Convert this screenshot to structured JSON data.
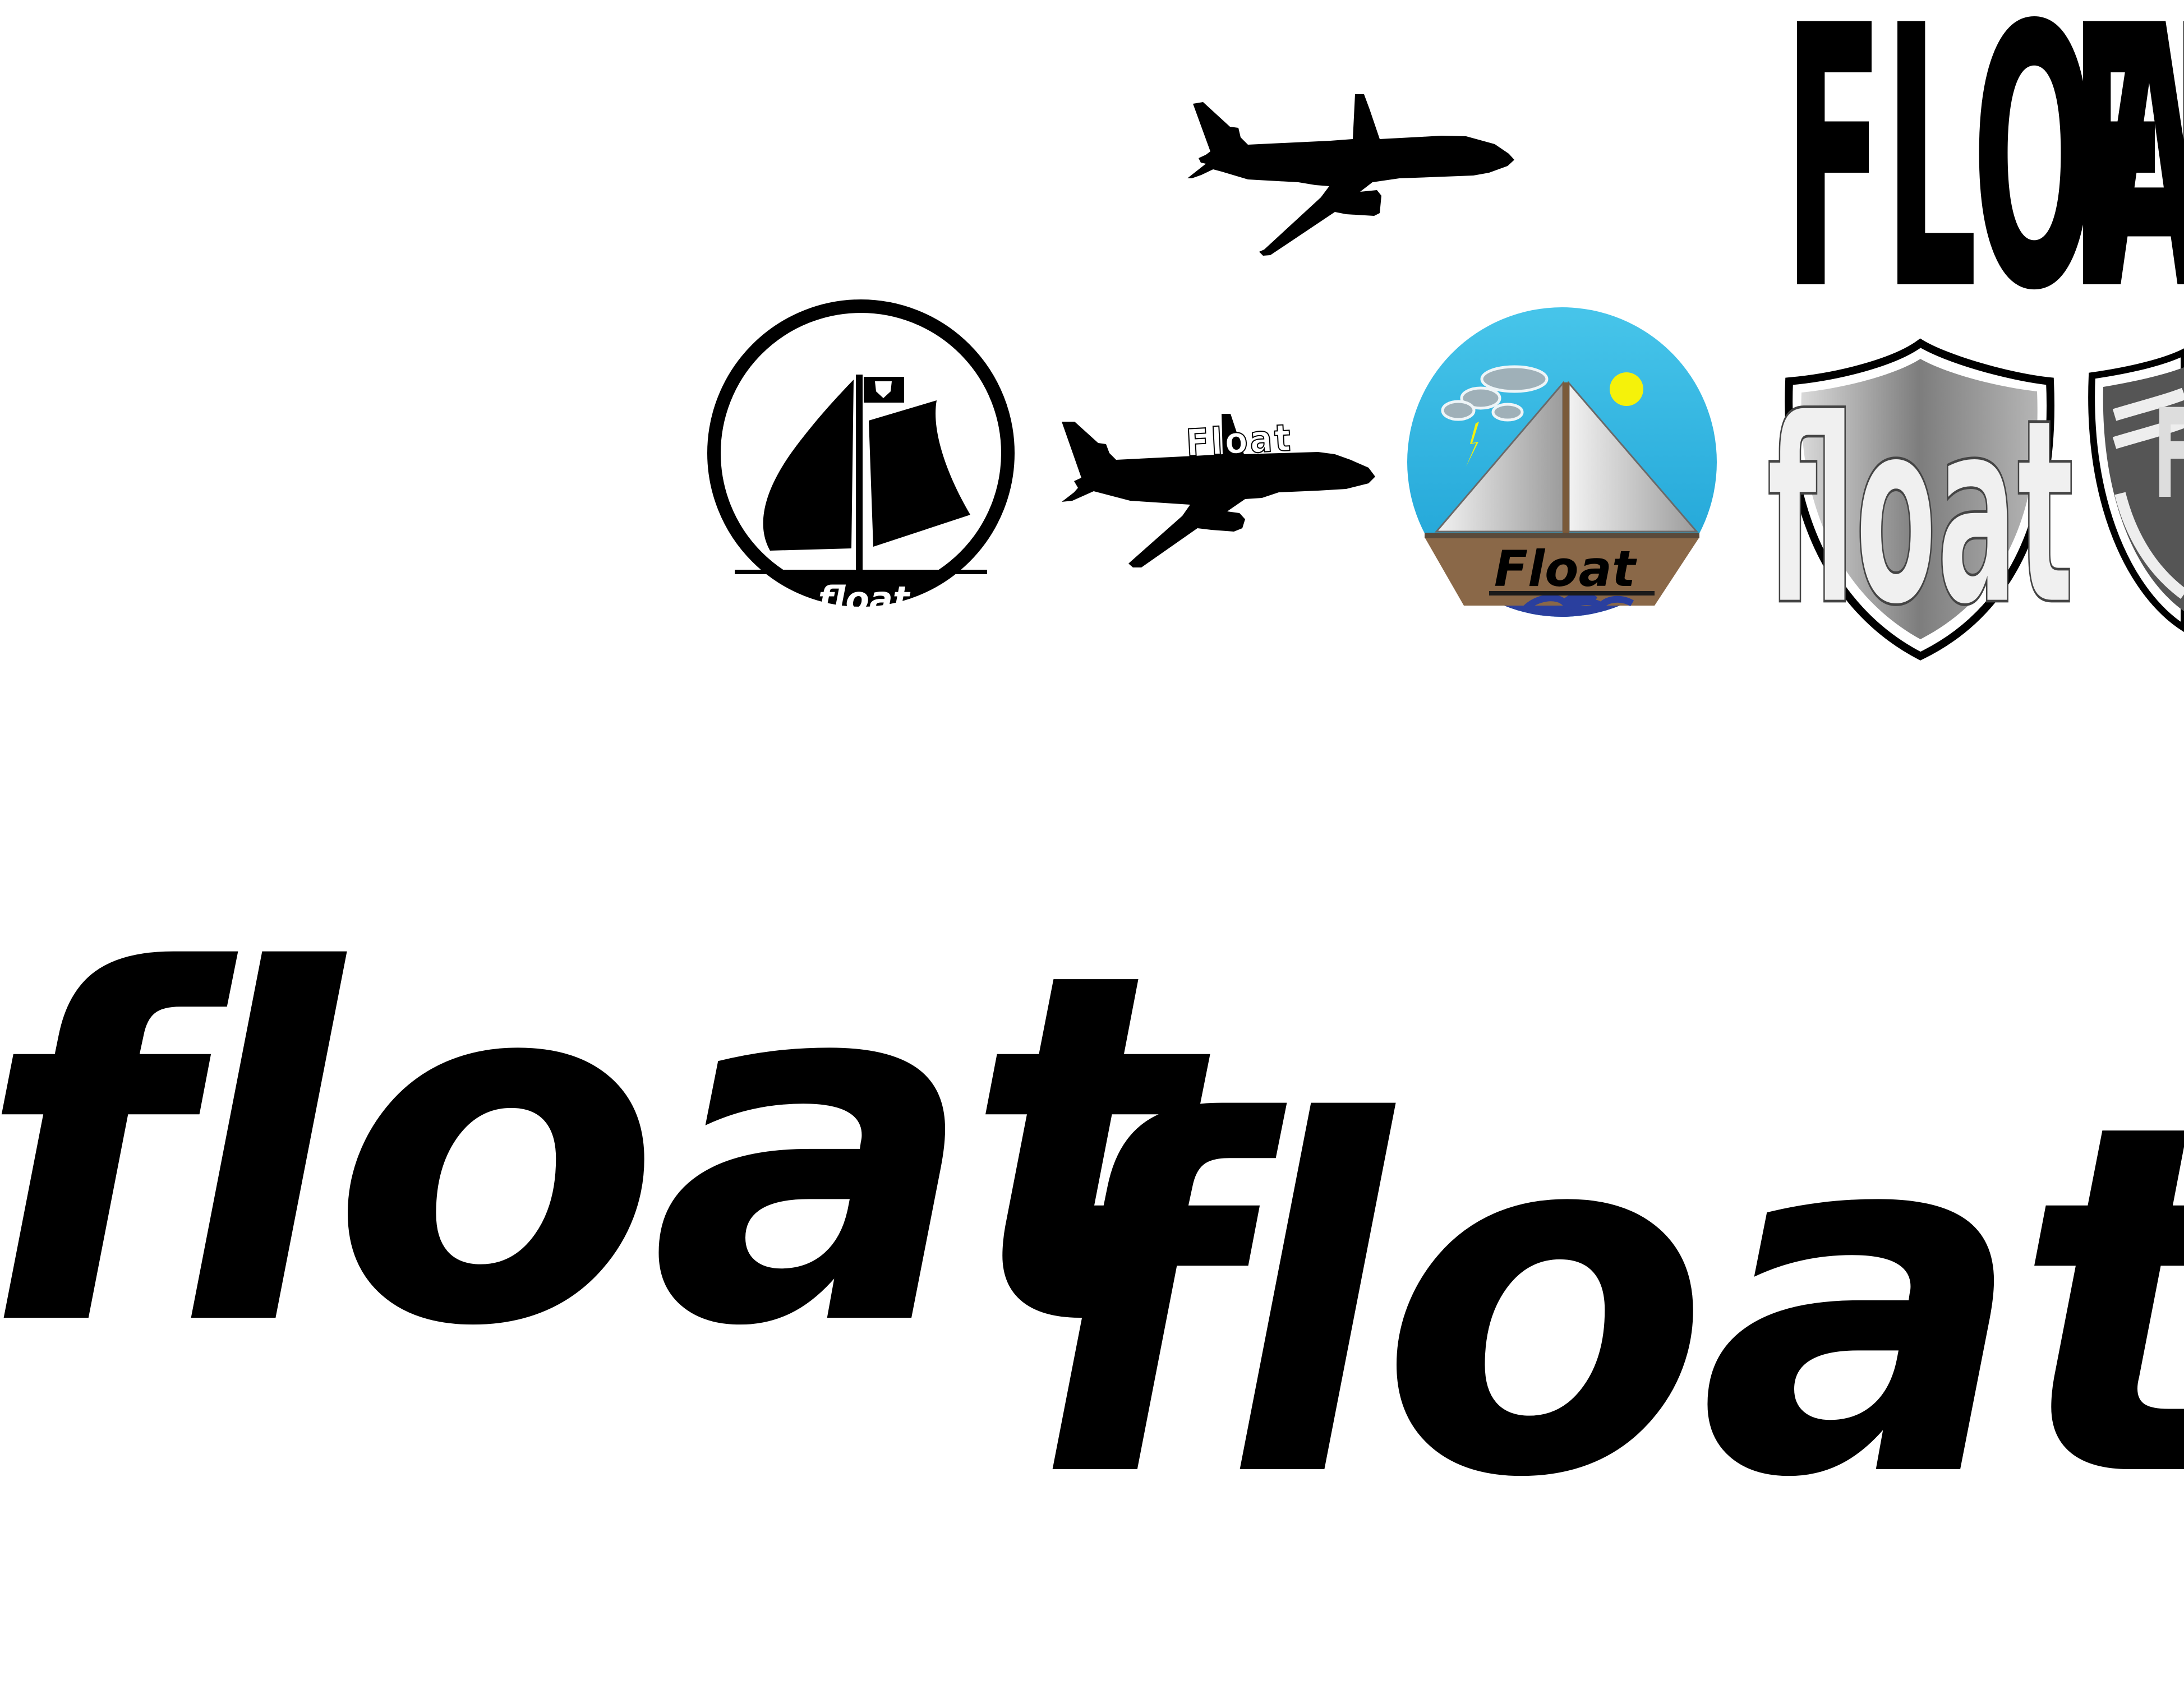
{
  "logos": {
    "circle_boat_label": "float",
    "plane_label": "Float",
    "color_boat_label": "Float",
    "shield_gray_label": "float",
    "shield_dark_label": "FO",
    "warped_top_label": "FLOAT",
    "warped_top_partial_label": "FLO"
  },
  "wordmarks": {
    "large_left": "float",
    "large_right": "float"
  },
  "colors": {
    "ink": "#000000",
    "sky_top": "#39bde6",
    "sky_bottom": "#1a9fd4",
    "sun": "#f5f20a",
    "sea": "#2a3f9e",
    "hull": "#8a6848",
    "sail_light": "#e6e6e6",
    "sail_dark": "#9a9a9a",
    "shield_gray": "#8c8c8c"
  },
  "icons": [
    "airplane-icon",
    "sailboat-icon",
    "shield-icon",
    "flag-icon",
    "sun-icon",
    "cloud-icon",
    "lightning-icon"
  ]
}
